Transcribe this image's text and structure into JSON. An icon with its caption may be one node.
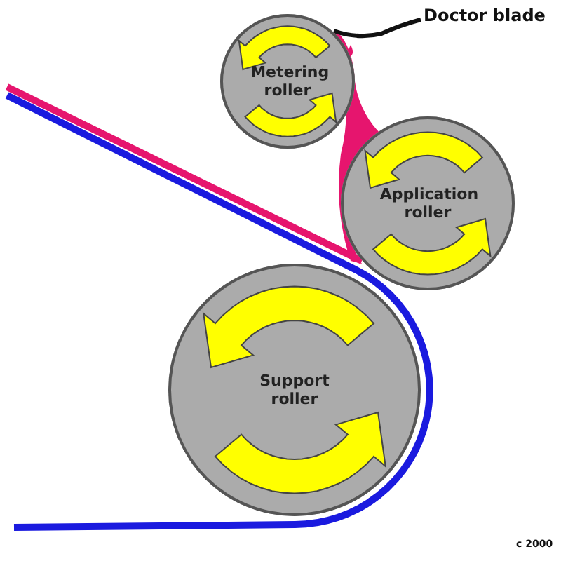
{
  "diagram": {
    "nodes": [
      {
        "text": [
          "Metering roller"
        ]
      },
      {
        "text": [
          "Application roller"
        ]
      },
      {
        "text": [
          "Support roller"
        ]
      }
    ],
    "labels": [
      "Doctor blade",
      "c 2000"
    ]
  }
}
